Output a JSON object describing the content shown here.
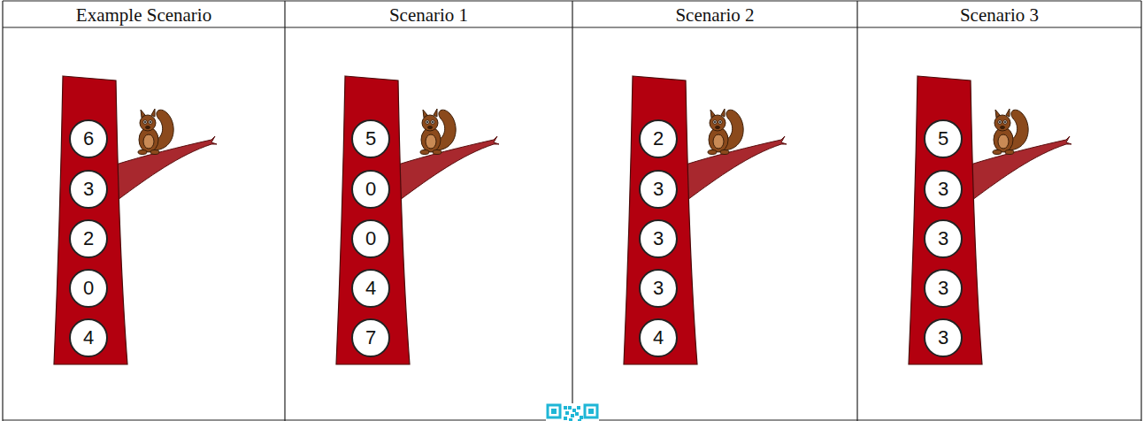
{
  "diagram": {
    "nodes": [
      {
        "text": [
          "6"
        ]
      },
      {
        "text": [
          "3"
        ]
      },
      {
        "text": [
          "2"
        ]
      },
      {
        "text": [
          "0"
        ]
      },
      {
        "text": [
          "4"
        ]
      },
      {
        "text": [
          "5"
        ]
      },
      {
        "text": [
          "0"
        ]
      },
      {
        "text": [
          "0"
        ]
      },
      {
        "text": [
          "4"
        ]
      },
      {
        "text": [
          "7"
        ]
      },
      {
        "text": [
          "2"
        ]
      },
      {
        "text": [
          "3"
        ]
      },
      {
        "text": [
          "3"
        ]
      },
      {
        "text": [
          "3"
        ]
      },
      {
        "text": [
          "4"
        ]
      },
      {
        "text": [
          "5"
        ]
      },
      {
        "text": [
          "3"
        ]
      },
      {
        "text": [
          "3"
        ]
      },
      {
        "text": [
          "3"
        ]
      },
      {
        "text": [
          "3"
        ]
      }
    ],
    "labels": [
      "Example Scenario",
      "Scenario 1",
      "Scenario 2",
      "Scenario 3"
    ]
  }
}
